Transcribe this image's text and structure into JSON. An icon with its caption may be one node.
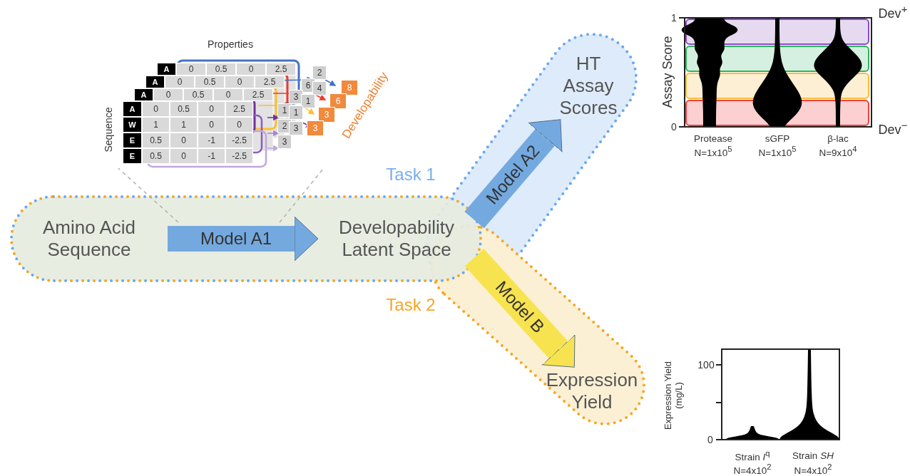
{
  "diagram": {
    "nodes": [
      {
        "text": [],
        "shape": "box"
      },
      {
        "text": [
          "Amino Acid Sequence"
        ],
        "in": 0
      },
      {
        "text": [
          "Developability Latent Space"
        ],
        "in": 0
      },
      {
        "text": [
          "HT Assay Scores"
        ]
      },
      {
        "text": [
          "Expression Yield"
        ]
      },
      {
        "text": [],
        "shape": "picture"
      }
    ],
    "edges": [
      {
        "from": 1,
        "to": 2,
        "arrow": "to",
        "label": "Model A1"
      },
      {
        "from": 2,
        "to": 3,
        "arrow": "to",
        "label": "Model A2"
      },
      {
        "from": 2,
        "to": 4,
        "arrow": "to",
        "label": "Model B",
        "color": "#f7e34f"
      },
      {
        "from": null,
        "to": 5,
        "arrow": "none",
        "style": "dashed",
        "color": "#b0b0b0"
      },
      {
        "from": null,
        "to": 5,
        "arrow": "none",
        "style": "dashed",
        "color": "#b0b0b0"
      }
    ],
    "labels": [
      "Properties",
      "A",
      "0",
      "0.5",
      "0",
      "2.5",
      "A",
      "0",
      "0.5",
      "0",
      "2.5",
      "A",
      "0",
      "0.5",
      "0",
      "2.5",
      "Sequence",
      "A",
      "0",
      "0.5",
      "0",
      "2.5",
      "W",
      "1",
      "1",
      "0",
      "0",
      "E",
      "0.5",
      "0",
      "-1",
      "-2.5",
      "E",
      "0.5",
      "0",
      "-1",
      "-2.5",
      "2",
      "6",
      "4",
      "3",
      "1",
      "1",
      "1",
      "2",
      "3",
      "3",
      "8",
      "6",
      "3",
      "3",
      "Developability",
      "Task 1",
      "Task 2",
      "Assay Score",
      "1",
      "0",
      "Dev$^{+}$",
      "Dev$^{−}$",
      "Protease",
      "N=1x10$^{5}$",
      "sGFP",
      "N=1x10$^{5}$",
      "β-lac",
      "N=9x10$^{4}$",
      "Expression Yield (mg/L)",
      "100",
      "0",
      "Strain *I*$^{q}$",
      "Strain *SH*",
      "N=4x10$^{2}$",
      "N=4x10$^{2}$"
    ]
  }
}
